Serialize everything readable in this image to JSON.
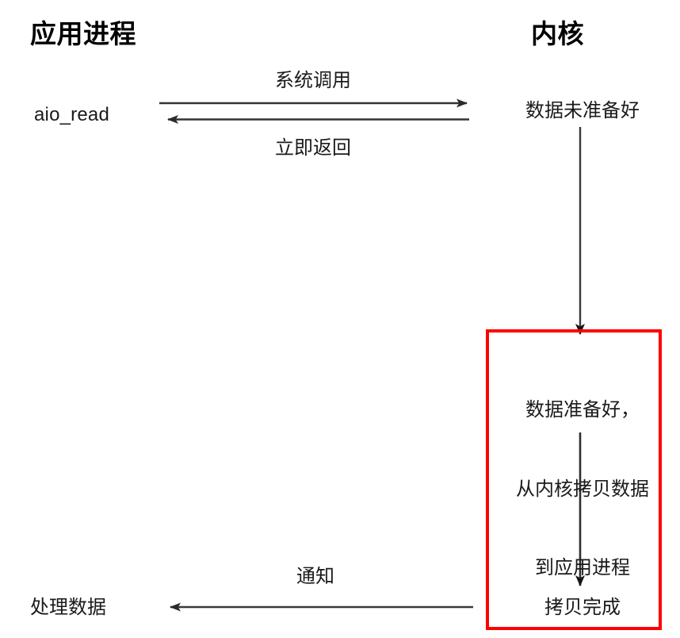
{
  "diagram": {
    "type": "sequence-diagram",
    "title_app": "应用进程",
    "title_kernel": "内核",
    "background_color": "#ffffff",
    "line_color": "#333333",
    "text_color": "#1a1a1a",
    "highlight_color": "#fe0000"
  },
  "labels": {
    "aio_read": "aio_read",
    "system_call": "系统调用",
    "immediate_return": "立即返回",
    "data_not_ready": "数据未准备好",
    "notify": "通知",
    "process_data": "处理数据",
    "copy_done": "拷贝完成"
  },
  "highlight_box": {
    "line1": "数据准备好，",
    "line2": "从内核拷贝数据",
    "line3": "到应用进程",
    "border_color": "#fe0000",
    "border_width": "4px"
  },
  "arrows": [
    {
      "name": "system-call-arrow",
      "direction": "right",
      "label": "系统调用",
      "from": "应用进程",
      "to": "内核"
    },
    {
      "name": "immediate-return-arrow",
      "direction": "left",
      "label": "立即返回",
      "from": "内核",
      "to": "应用进程"
    },
    {
      "name": "kernel-wait-arrow",
      "direction": "down",
      "label": "数据未准备好",
      "from": "内核",
      "to": "数据准备好"
    },
    {
      "name": "kernel-copy-arrow",
      "direction": "down",
      "label": "",
      "from": "数据准备好",
      "to": "拷贝完成"
    },
    {
      "name": "notify-arrow",
      "direction": "left",
      "label": "通知",
      "from": "拷贝完成",
      "to": "处理数据"
    }
  ]
}
